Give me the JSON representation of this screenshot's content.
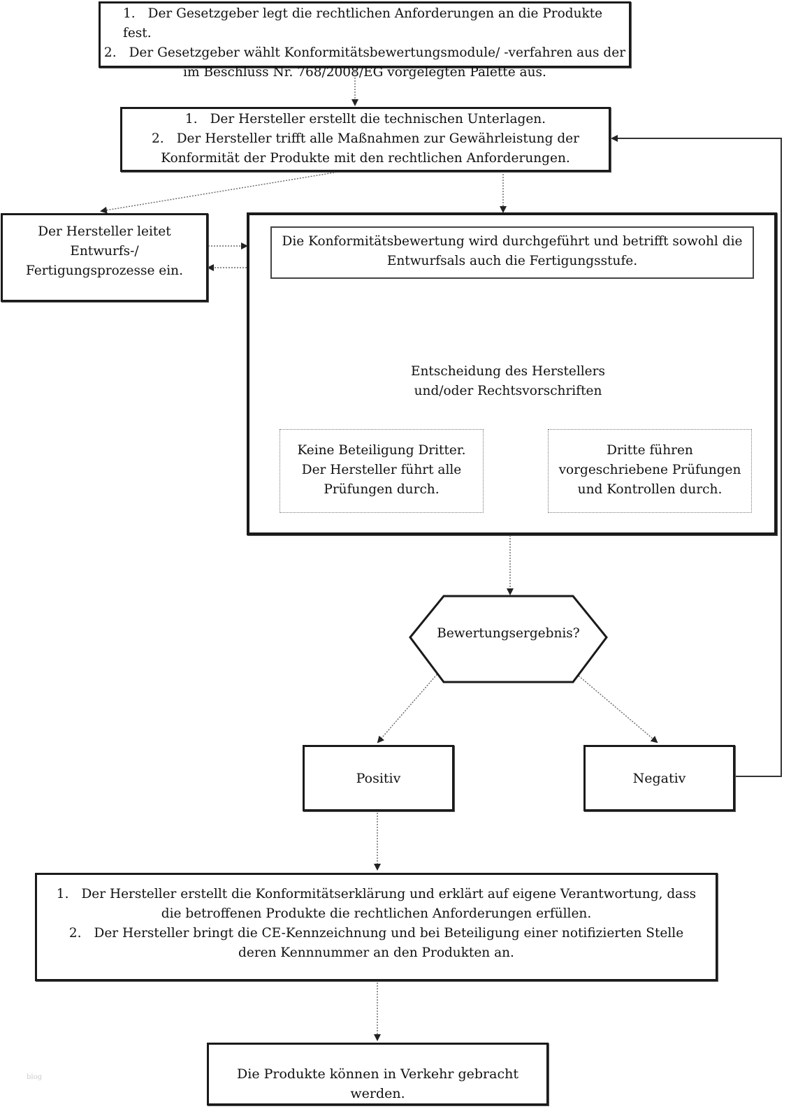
{
  "box_legislator": {
    "items": [
      {
        "num": "1.",
        "text": "Der Gesetzgeber legt die rechtlichen Anforderungen an die Produkte fest."
      },
      {
        "num": "2.",
        "text": "Der Gesetzgeber wählt Konformitätsbewertungsmodule/ -verfahren aus der im Beschluss Nr. 768/2008/EG vorgelegten Palette aus."
      }
    ]
  },
  "box_manufacturer": {
    "items": [
      {
        "num": "1.",
        "text": "Der Hersteller erstellt die technischen Unterlagen."
      },
      {
        "num": "2.",
        "text": "Der Hersteller trifft alle Maßnahmen zur Gewährleistung der Konformität der Produkte mit den rechtlichen Anforderungen."
      }
    ]
  },
  "box_design": {
    "text": "Der Hersteller leitet Entwurfs-/ Fertigungsprozesse ein."
  },
  "box_assessment": {
    "text": "Die Konformitätsbewertung wird durchgeführt und betrifft sowohl die Entwurfsals auch die Fertigungsstufe."
  },
  "decision_label": "Entscheidung des Herstellers und/oder Rechtsvorschriften",
  "option_no_third": "Keine Beteiligung Dritter. Der Hersteller führt alle Prüfungen durch.",
  "option_third": "Dritte führen vorgeschriebene Prüfungen und Kontrollen durch.",
  "result_question": "Bewertungsergebnis?",
  "positive": "Positiv",
  "negative": "Negativ",
  "box_declaration": {
    "items": [
      {
        "num": "1.",
        "text": "Der Hersteller erstellt die Konformitätserklärung und erklärt auf eigene Verantwortung, dass die betroffenen Produkte die rechtlichen Anforderungen erfüllen."
      },
      {
        "num": "2.",
        "text": "Der Hersteller bringt die CE-Kennzeichnung und bei Beteiligung einer notifizierten Stelle deren Kennnummer an den Produkten an."
      }
    ]
  },
  "box_market": {
    "text": "Die Produkte können in Verkehr gebracht werden."
  },
  "watermark": "blog"
}
